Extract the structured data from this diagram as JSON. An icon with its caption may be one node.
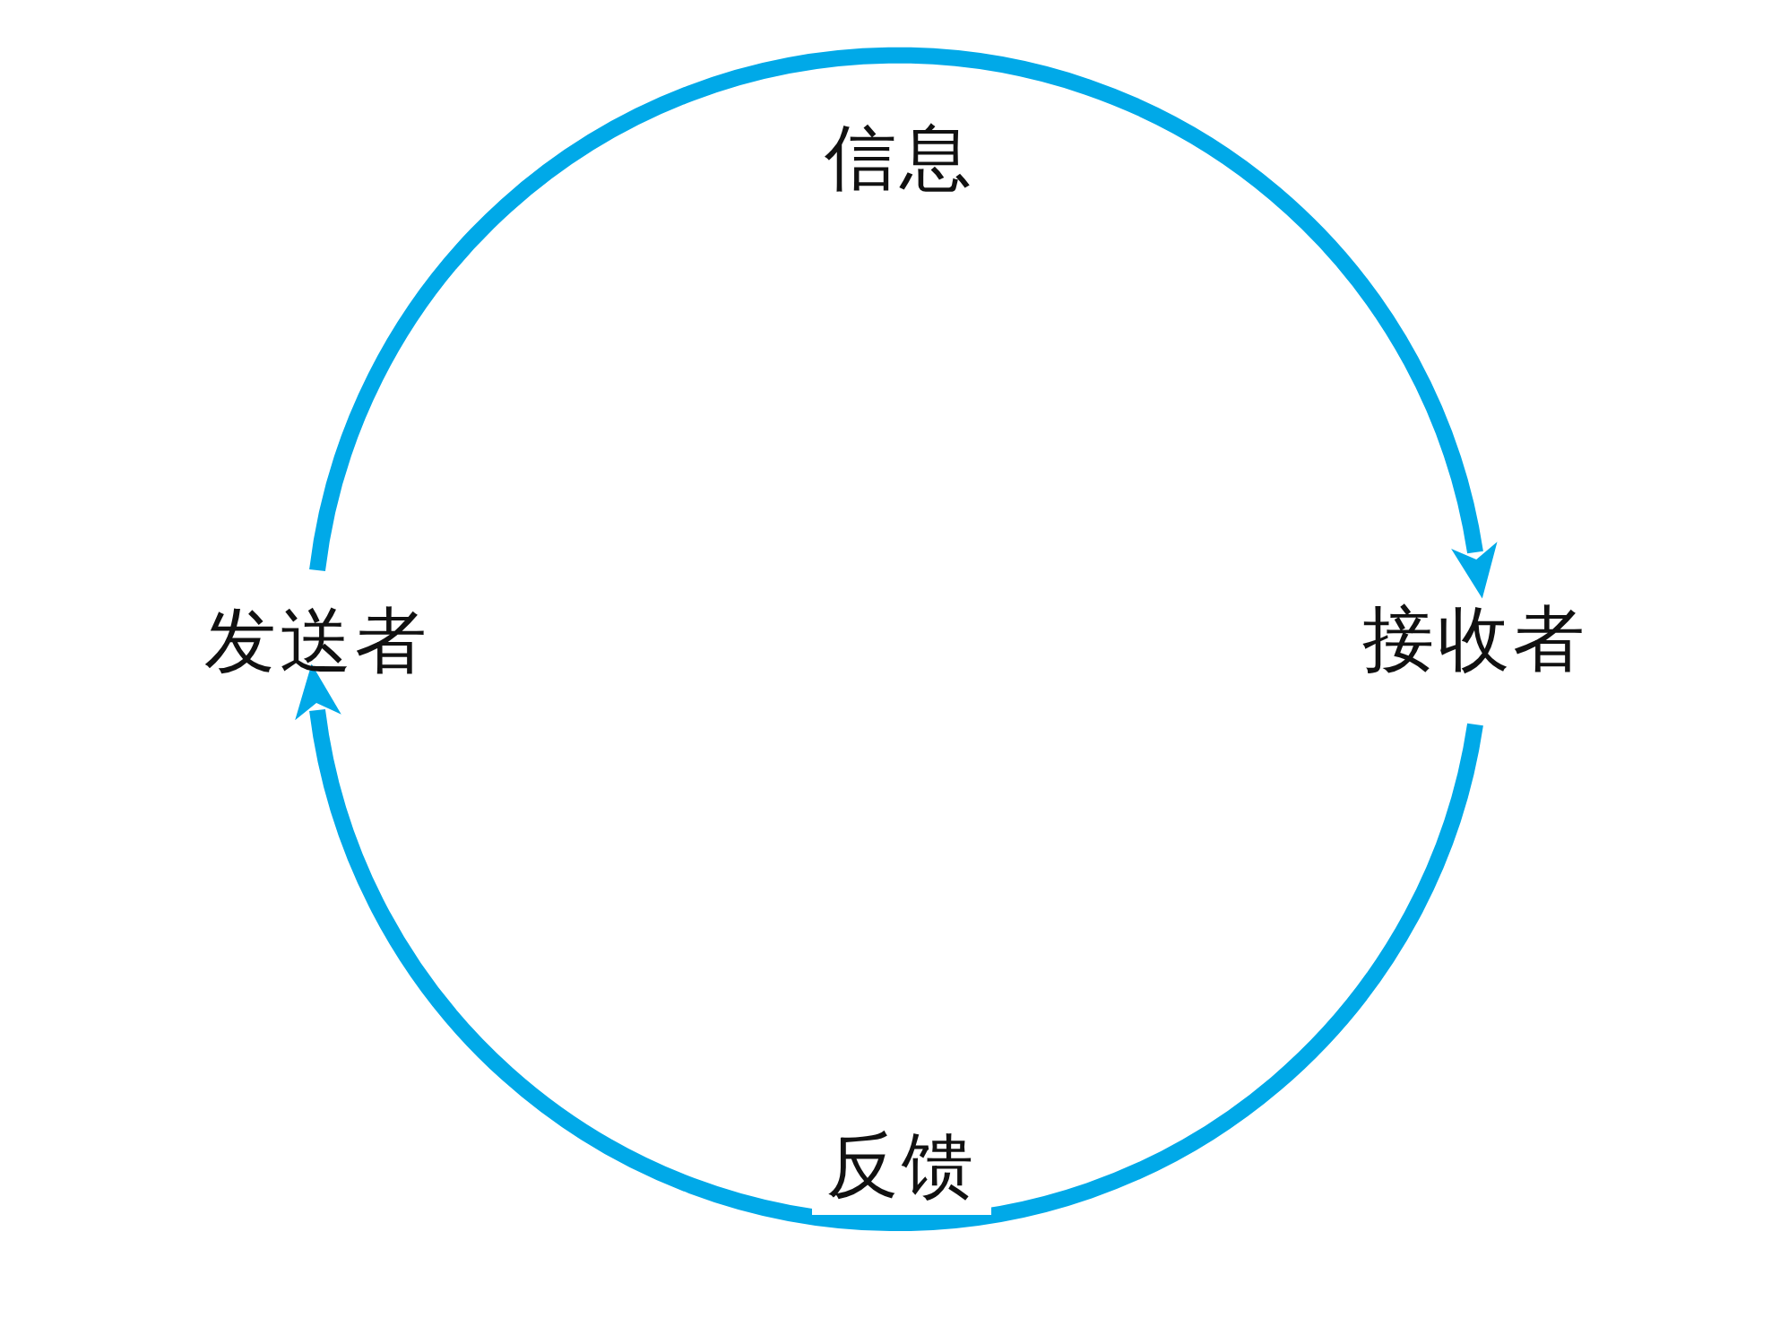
{
  "diagram": {
    "nodes": [
      {
        "text": [
          "发送者"
        ]
      },
      {
        "text": [
          "接收者"
        ]
      }
    ],
    "edges": [
      {
        "from": 0,
        "to": 1,
        "arrow": "to",
        "label": "信息"
      },
      {
        "from": 1,
        "to": 0,
        "arrow": "to",
        "label": "反馈"
      }
    ]
  }
}
